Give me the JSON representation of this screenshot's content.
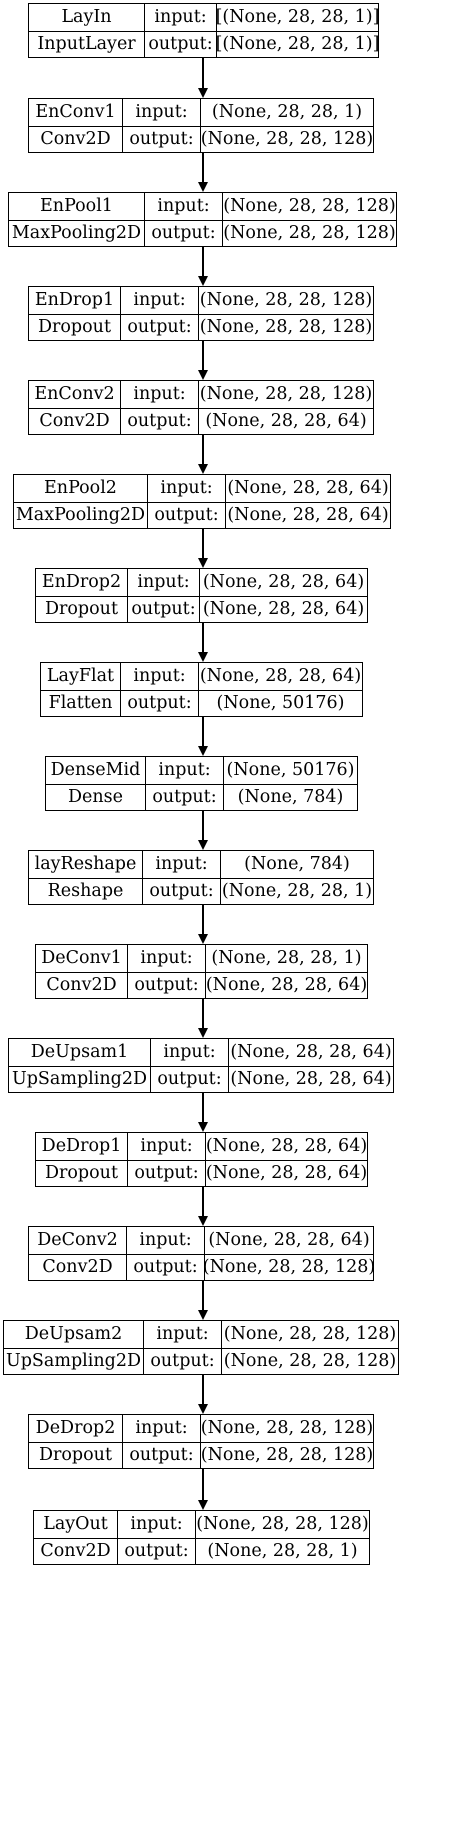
{
  "labels": {
    "input": "input:",
    "output": "output:"
  },
  "layers": [
    {
      "name": "LayIn",
      "type": "InputLayer",
      "input": "[(None, 28, 28, 1)]",
      "output": "[(None, 28, 28, 1)]"
    },
    {
      "name": "EnConv1",
      "type": "Conv2D",
      "input": "(None, 28, 28, 1)",
      "output": "(None, 28, 28, 128)"
    },
    {
      "name": "EnPool1",
      "type": "MaxPooling2D",
      "input": "(None, 28, 28, 128)",
      "output": "(None, 28, 28, 128)"
    },
    {
      "name": "EnDrop1",
      "type": "Dropout",
      "input": "(None, 28, 28, 128)",
      "output": "(None, 28, 28, 128)"
    },
    {
      "name": "EnConv2",
      "type": "Conv2D",
      "input": "(None, 28, 28, 128)",
      "output": "(None, 28, 28, 64)"
    },
    {
      "name": "EnPool2",
      "type": "MaxPooling2D",
      "input": "(None, 28, 28, 64)",
      "output": "(None, 28, 28, 64)"
    },
    {
      "name": "EnDrop2",
      "type": "Dropout",
      "input": "(None, 28, 28, 64)",
      "output": "(None, 28, 28, 64)"
    },
    {
      "name": "LayFlat",
      "type": "Flatten",
      "input": "(None, 28, 28, 64)",
      "output": "(None, 50176)"
    },
    {
      "name": "DenseMid",
      "type": "Dense",
      "input": "(None, 50176)",
      "output": "(None, 784)"
    },
    {
      "name": "layReshape",
      "type": "Reshape",
      "input": "(None, 784)",
      "output": "(None, 28, 28, 1)"
    },
    {
      "name": "DeConv1",
      "type": "Conv2D",
      "input": "(None, 28, 28, 1)",
      "output": "(None, 28, 28, 64)"
    },
    {
      "name": "DeUpsam1",
      "type": "UpSampling2D",
      "input": "(None, 28, 28, 64)",
      "output": "(None, 28, 28, 64)"
    },
    {
      "name": "DeDrop1",
      "type": "Dropout",
      "input": "(None, 28, 28, 64)",
      "output": "(None, 28, 28, 64)"
    },
    {
      "name": "DeConv2",
      "type": "Conv2D",
      "input": "(None, 28, 28, 64)",
      "output": "(None, 28, 28, 128)"
    },
    {
      "name": "DeUpsam2",
      "type": "UpSampling2D",
      "input": "(None, 28, 28, 128)",
      "output": "(None, 28, 28, 128)"
    },
    {
      "name": "DeDrop2",
      "type": "Dropout",
      "input": "(None, 28, 28, 128)",
      "output": "(None, 28, 28, 128)"
    },
    {
      "name": "LayOut",
      "type": "Conv2D",
      "input": "(None, 28, 28, 128)",
      "output": "(None, 28, 28, 1)"
    }
  ]
}
